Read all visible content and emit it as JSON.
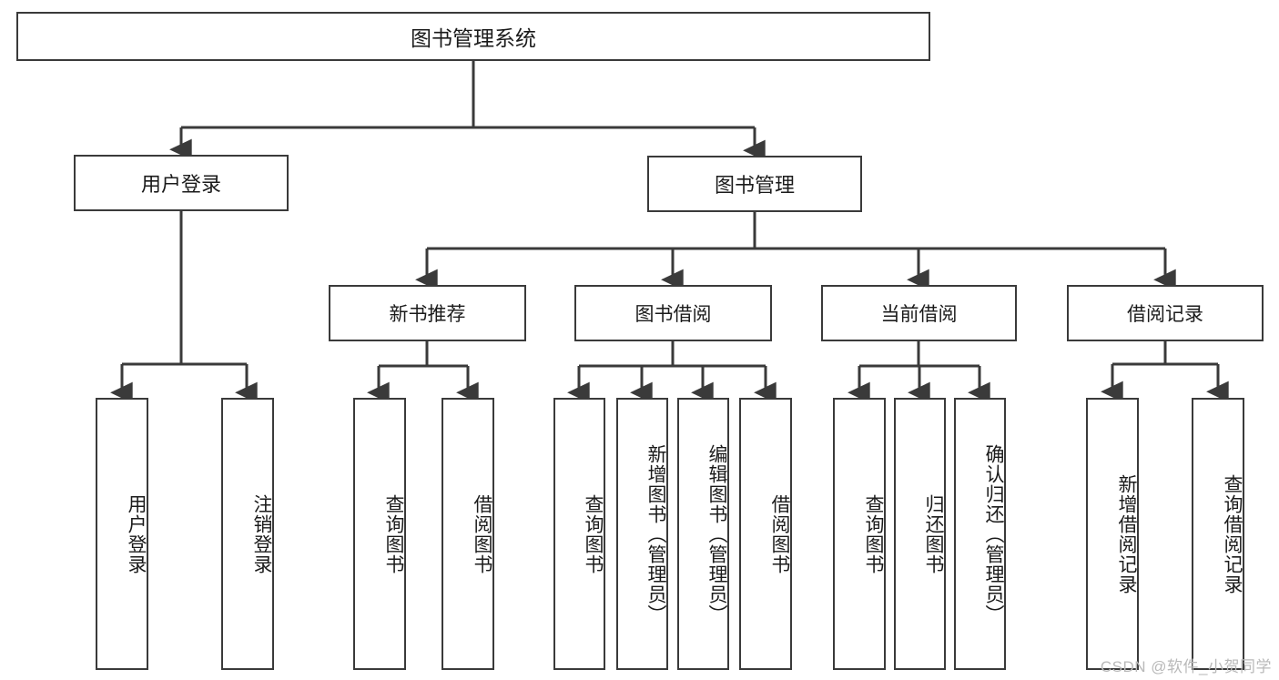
{
  "diagram": {
    "title": "图书管理系统",
    "type": "tree-hierarchy",
    "watermark": "CSDN @软件_小贺同学",
    "colors": {
      "box_border": "#3a3a3a",
      "box_fill": "#ffffff",
      "connector": "#3a3a3a",
      "text": "#1b1b1b",
      "watermark": "#b9b9b9"
    },
    "nodes": {
      "root": {
        "label": "图书管理系统"
      },
      "level2": [
        {
          "label": "用户登录"
        },
        {
          "label": "图书管理"
        }
      ],
      "level3": [
        {
          "label": "新书推荐"
        },
        {
          "label": "图书借阅"
        },
        {
          "label": "当前借阅"
        },
        {
          "label": "借阅记录"
        }
      ],
      "leaves": {
        "user_login": [
          {
            "label": "用户登录"
          },
          {
            "label": "注销登录"
          }
        ],
        "new_book_recommend": [
          {
            "label": "查询图书"
          },
          {
            "label": "借阅图书"
          }
        ],
        "book_borrow": [
          {
            "label": "查询图书"
          },
          {
            "label": "新增图书（管理员）"
          },
          {
            "label": "编辑图书（管理员）"
          },
          {
            "label": "借阅图书"
          }
        ],
        "current_borrow": [
          {
            "label": "查询图书"
          },
          {
            "label": "归还图书"
          },
          {
            "label": "确认归还（管理员）"
          }
        ],
        "borrow_record": [
          {
            "label": "新增借阅记录"
          },
          {
            "label": "查询借阅记录"
          }
        ]
      }
    }
  }
}
